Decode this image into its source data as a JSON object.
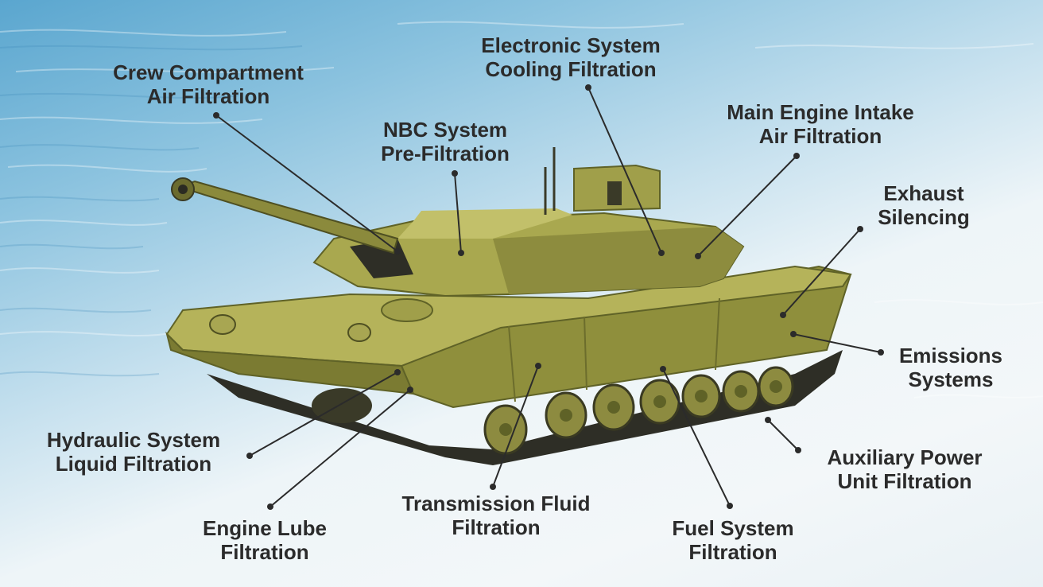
{
  "labels": {
    "crew_compartment": [
      "Crew Compartment",
      "Air Filtration"
    ],
    "electronic_system": [
      "Electronic System",
      "Cooling Filtration"
    ],
    "nbc_system": [
      "NBC System",
      "Pre-Filtration"
    ],
    "main_engine": [
      "Main Engine Intake",
      "Air Filtration"
    ],
    "exhaust": [
      "Exhaust",
      "Silencing"
    ],
    "emissions": [
      "Emissions",
      "Systems"
    ],
    "hydraulic": [
      "Hydraulic System",
      "Liquid Filtration"
    ],
    "auxiliary": [
      "Auxiliary Power",
      "Unit Filtration"
    ],
    "engine_lube": [
      "Engine Lube",
      "Filtration"
    ],
    "transmission": [
      "Transmission Fluid",
      "Filtration"
    ],
    "fuel_system": [
      "Fuel System",
      "Filtration"
    ]
  },
  "colors": {
    "text": "#2b2b2b",
    "leader": "#2b2b2b",
    "hull": "#8f8f3c",
    "hull_light": "#b5b35a",
    "hull_dark": "#5f6227",
    "track": "#2e2e26",
    "sky": "#8cc3df"
  }
}
